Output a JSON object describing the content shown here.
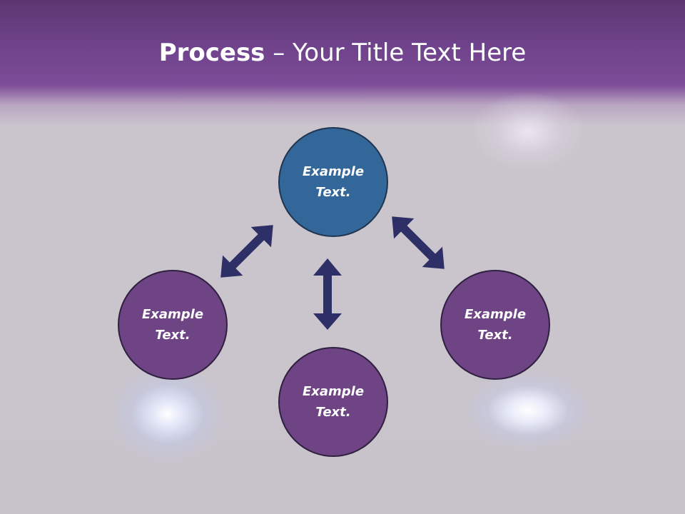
{
  "slide": {
    "title_bold": "Process",
    "title_rest": " – Your Title Text Here"
  },
  "nodes": {
    "top": "Example Text.",
    "left": "Example Text.",
    "bottom": "Example Text.",
    "right": "Example Text."
  },
  "colors": {
    "header": "#7e4c98",
    "node_top": "#336699",
    "node_other": "#6e4485",
    "arrow": "#2e2f66"
  }
}
